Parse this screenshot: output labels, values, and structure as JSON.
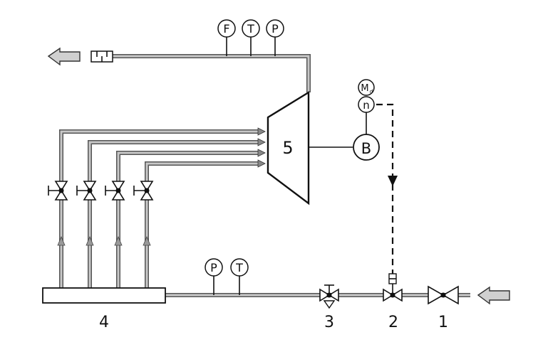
{
  "diagram": {
    "components": {
      "turbine": "5",
      "brake": "B",
      "header": "4",
      "valve_3": "3",
      "valve_2": "2",
      "valve_1": "1"
    },
    "instruments": {
      "exhaust_flow": "F",
      "exhaust_temp": "T",
      "exhaust_pressure": "P",
      "inlet_pressure": "P",
      "inlet_temp": "T",
      "speed": "n",
      "torque_main": "M",
      "torque_sub": "d"
    },
    "colors": {
      "pipe_outline": "#555555",
      "pipe_fill": "#c8c8c8",
      "line": "#111111",
      "arrow_fill": "#d0d0d0"
    },
    "icons": [
      "flow-out-arrow-icon",
      "flow-in-arrow-icon",
      "silencer-icon",
      "gate-valve-icon",
      "check-valve-icon",
      "control-valve-icon"
    ]
  }
}
